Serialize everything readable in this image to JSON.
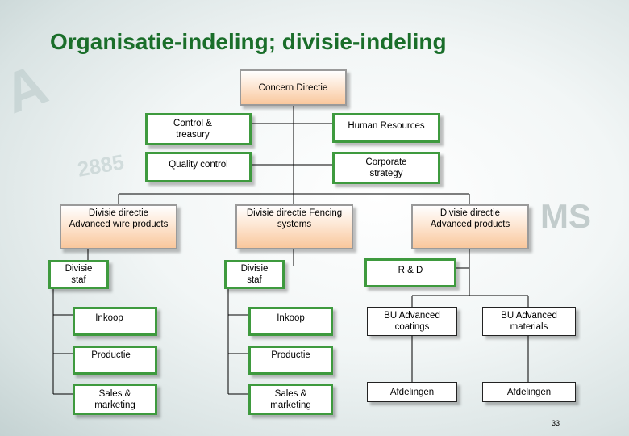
{
  "title": "Organisatie-indeling; divisie-indeling",
  "page_number": "33",
  "background": {
    "compass_letter": "A",
    "number": "2885",
    "ms_text": "MS"
  },
  "boxes": {
    "concern": "Concern Directie",
    "control": "Control & treasury",
    "hr": "Human Resources",
    "quality": "Quality control",
    "corporate": "Corporate strategy",
    "div_wire": "Divisie directie Advanced wire products",
    "div_fencing": "Divisie directie Fencing systems",
    "div_products": "Divisie directie Advanced products",
    "staf1": "Divisie staf",
    "staf2": "Divisie staf",
    "rd": "R & D",
    "inkoop1": "Inkoop",
    "inkoop2": "Inkoop",
    "bu_coatings": "BU Advanced coatings",
    "bu_materials": "BU Advanced materials",
    "productie1": "Productie",
    "productie2": "Productie",
    "sales1": "Sales & marketing",
    "sales2": "Sales & marketing",
    "afd1": "Afdelingen",
    "afd2": "Afdelingen"
  },
  "colors": {
    "title": "#1a6e2a",
    "green_border": "#3e9a3e",
    "peach": "#f9c79c"
  }
}
